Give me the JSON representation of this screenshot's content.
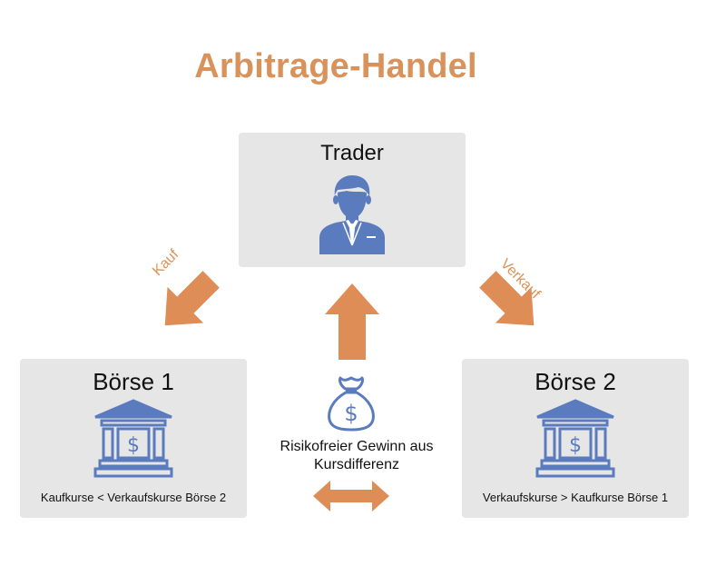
{
  "title": "Arbitrage-Handel",
  "colors": {
    "accent": "#d9925a",
    "arrow": "#de8d57",
    "icon": "#5b7bbf",
    "box": "#e6e6e6",
    "text": "#111111"
  },
  "trader": {
    "label": "Trader",
    "icon": "trader-person-icon"
  },
  "exchanges": [
    {
      "label": "Börse 1",
      "note": "Kaufkurse < Verkaufskurse Börse 2",
      "icon": "bank-icon"
    },
    {
      "label": "Börse 2",
      "note": "Verkaufskurse > Kaufkurse Börse 1",
      "icon": "bank-icon"
    }
  ],
  "arrows": {
    "buy_label": "Kauf",
    "sell_label": "Verkauf"
  },
  "profit": {
    "label": "Risikofreier Gewinn aus Kursdifferenz",
    "icon": "money-bag-icon"
  }
}
